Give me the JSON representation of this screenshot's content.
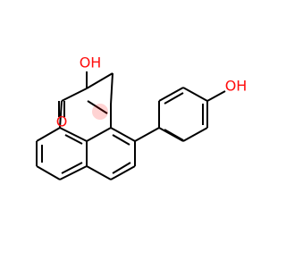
{
  "molecule": {
    "atoms": {
      "ring_oh": {
        "label": "OH",
        "color": "#ff0d0d"
      },
      "carbonyl_o": {
        "label": "O",
        "color": "#ff0d0d"
      },
      "phenol_oh": {
        "label": "OH",
        "color": "#ff0d0d"
      }
    },
    "highlighted_atom_color": "#ff0d0d",
    "bond_color": "#000000"
  }
}
